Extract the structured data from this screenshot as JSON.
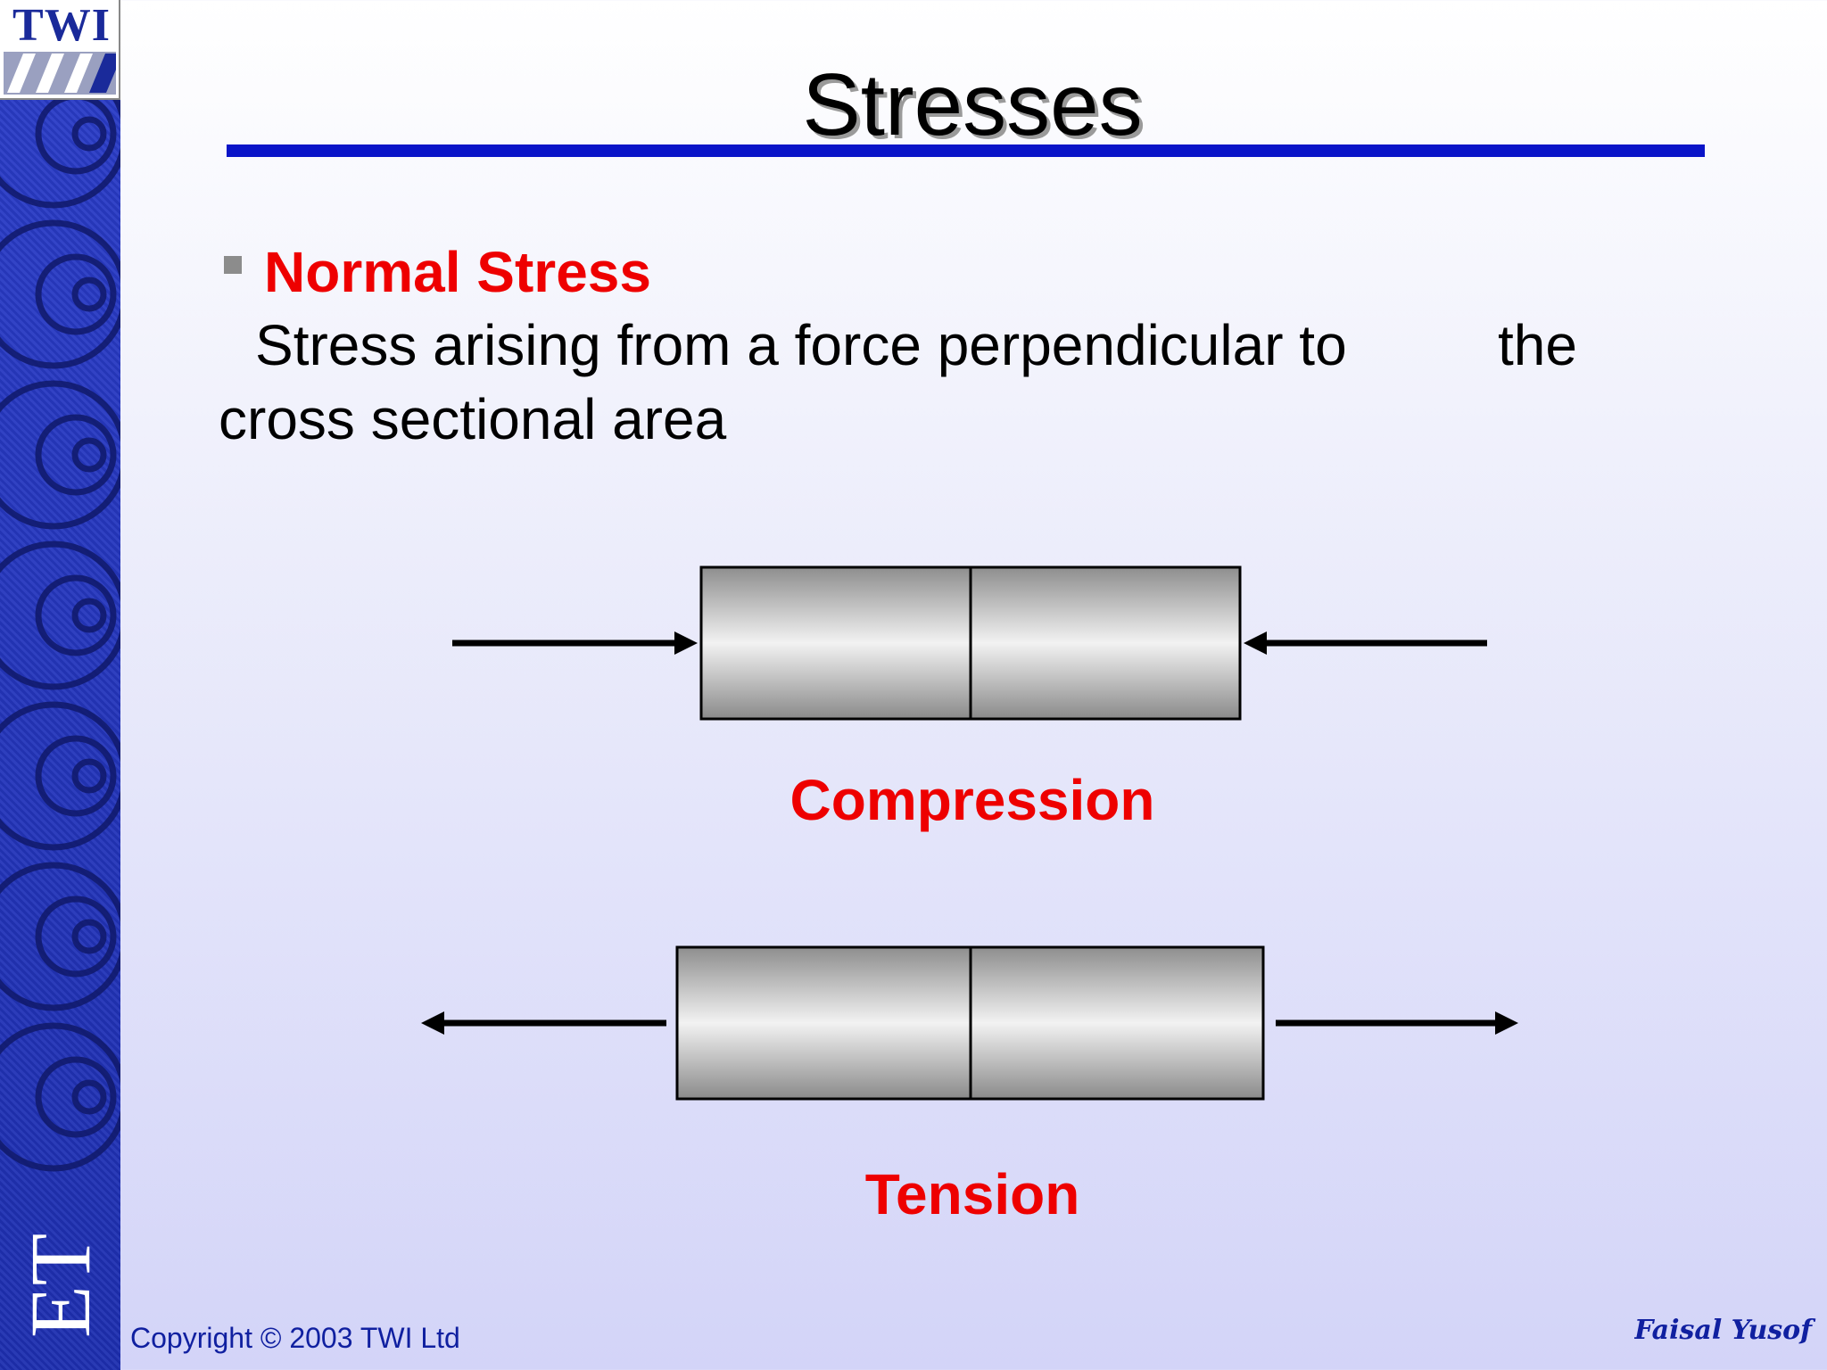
{
  "slide": {
    "logo_text": "TWI",
    "side_label": "ET",
    "title": "Stresses",
    "heading": "Normal Stress",
    "body_line1_a": "Stress arising from a force perpendicular to",
    "body_line1_b": "the",
    "body_line2": "cross  sectional area",
    "compression_label": "Compression",
    "tension_label": "Tension",
    "copyright": "Copyright © 2003 TWI Ltd",
    "signature": "Faisal Yusof"
  },
  "colors": {
    "accent_red": "#ee0000",
    "rule_blue": "#0a14c8",
    "sidebar_blue": "#2233bb"
  },
  "icons": [
    "twi-logo-icon",
    "bullet-square-icon",
    "arrow-right-icon",
    "arrow-left-icon"
  ]
}
